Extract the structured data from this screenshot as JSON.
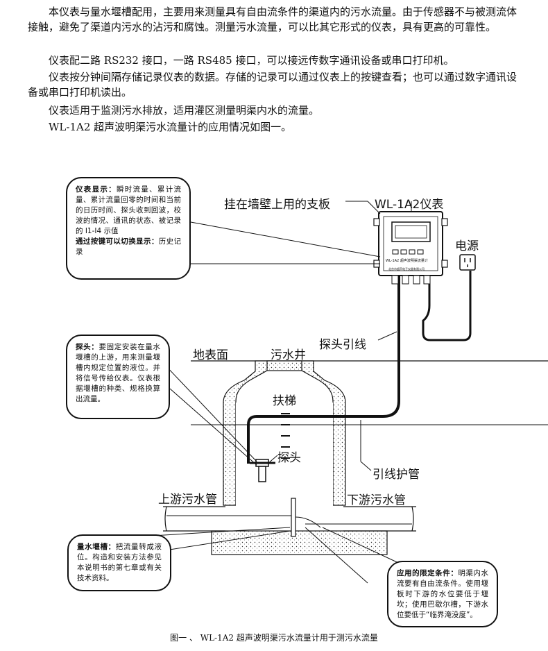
{
  "intro": {
    "p1": "本仪表与量水堰槽配用，主要用来测量具有自由流条件的渠道内的污水流量。由于传感器不与被测流体接触，避免了渠道内污水的沾污和腐蚀。测量污水流量，可以比其它形式的仪表，具有更高的可靠性。",
    "p2": "仪表配二路 RS232 接口，一路 RS485 接口，可以接远传数字通讯设备或串口打印机。",
    "p3": "仪表按分钟间隔存储记录仪表的数据。存储的记录可以通过仪表上的按键查看；也可以通过数字通讯设备或串口打印机读出。",
    "p4": "仪表适用于监测污水排放，适用灌区测量明渠内水的流量。",
    "p5": "WL-1A2 超声波明渠污水流量计的应用情况如图一。"
  },
  "labels": {
    "bracket": "挂在墙壁上用的支板",
    "meter": "WL-1A2仪表",
    "power": "电源",
    "probe_cable": "探头引线",
    "ground": "地表面",
    "well": "污水井",
    "ladder": "扶梯",
    "probe": "探头",
    "conduit": "引线护管",
    "upstream": "上游污水管",
    "downstream": "下游污水管",
    "device_text": "WL-1A2 超声波明渠流量计",
    "device_maker": "北京市超声电子仪器有限公司"
  },
  "callouts": {
    "display": {
      "title": "仪表显示：",
      "body": "瞬时流量、累计流量、累计流量回零的时间和当前的日历时间、探头收到回波，校波的情况、通讯的状态、被记录的 I1-I4 示值",
      "title2": "通过按键可以切换显示：",
      "body2": "历史记录"
    },
    "probe": {
      "title": "探头：",
      "body": "要固定安装在量水堰槽的上游，用来测量堰槽内规定位置的液位。并将信号传给仪表。仪表根据堰槽的种类、规格换算出流量。"
    },
    "flume": {
      "title": "量水堰槽：",
      "body": "把流量转成液位。构造和安装方法参见本说明书的第七章或有关技术资料。"
    },
    "condition": {
      "title": "应用的限定条件：",
      "body": "明渠内水流要有自由流条件。使用堰板时下游的水位要低于堰坎；使用巴歇尔槽，下游水位要低于“临界淹没度”。"
    }
  },
  "caption": "图一 、 WL-1A2 超声波明渠污水流量计用于测污水流量"
}
